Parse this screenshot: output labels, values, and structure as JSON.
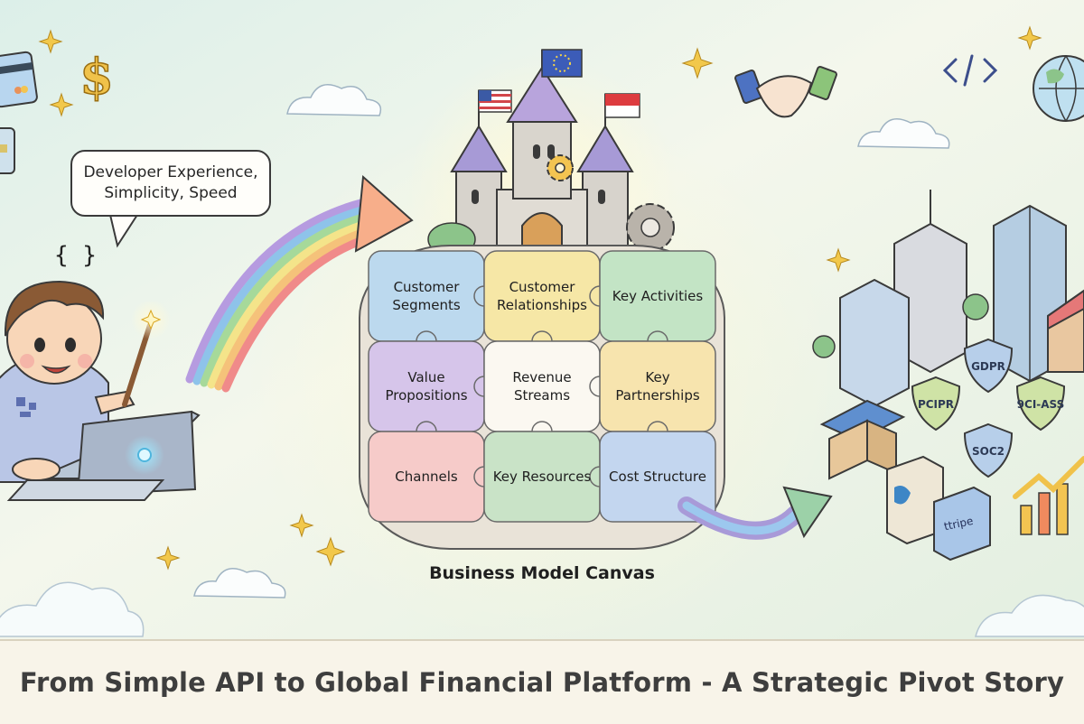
{
  "speech_bubble": {
    "text": "Developer Experience, Simplicity, Speed"
  },
  "code_braces": "{ }",
  "canvas": {
    "caption": "Business Model Canvas",
    "blocks": [
      {
        "id": "customer-segments",
        "label": "Customer Segments",
        "color": "#bcd9ee"
      },
      {
        "id": "customer-relationships",
        "label": "Customer Relationships",
        "color": "#f6e7a6"
      },
      {
        "id": "key-activities",
        "label": "Key Activities",
        "color": "#c3e4c5"
      },
      {
        "id": "value-propositions",
        "label": "Value Propositions",
        "color": "#d6c5ea"
      },
      {
        "id": "revenue-streams",
        "label": "Revenue Streams",
        "color": "#fbf8f1"
      },
      {
        "id": "key-partnerships",
        "label": "Key Partnerships",
        "color": "#f7e4ae"
      },
      {
        "id": "channels",
        "label": "Channels",
        "color": "#f6cbc9"
      },
      {
        "id": "key-resources",
        "label": "Key Resources",
        "color": "#c9e3c7"
      },
      {
        "id": "cost-structure",
        "label": "Cost Structure",
        "color": "#c3d6ef"
      }
    ]
  },
  "compliance_badges": [
    {
      "label": "GDPR"
    },
    {
      "label": "PCIPR"
    },
    {
      "label": "9CI-ASS"
    },
    {
      "label": "SOC2"
    }
  ],
  "product_box_label": "ttripe",
  "footer": {
    "title": "From Simple API to Global Financial Platform - A Strategic Pivot Story"
  },
  "colors": {
    "background": "#e6f2ea",
    "rainbow": [
      "#f08a8a",
      "#f5c27a",
      "#f4e48a",
      "#a6d99a",
      "#8ec3ea",
      "#b69be0"
    ],
    "outline": "#3a3a3a"
  },
  "icons": [
    "credit-card-icon",
    "dollar-sign-icon",
    "sparkle-icon",
    "cloud-icon",
    "handshake-icon",
    "code-icon",
    "globe-icon",
    "flag-usa-icon",
    "flag-eu-icon",
    "flag-singapore-icon",
    "gear-icon",
    "laptop-icon",
    "magic-wand-icon",
    "growth-chart-icon",
    "storefront-icon"
  ]
}
